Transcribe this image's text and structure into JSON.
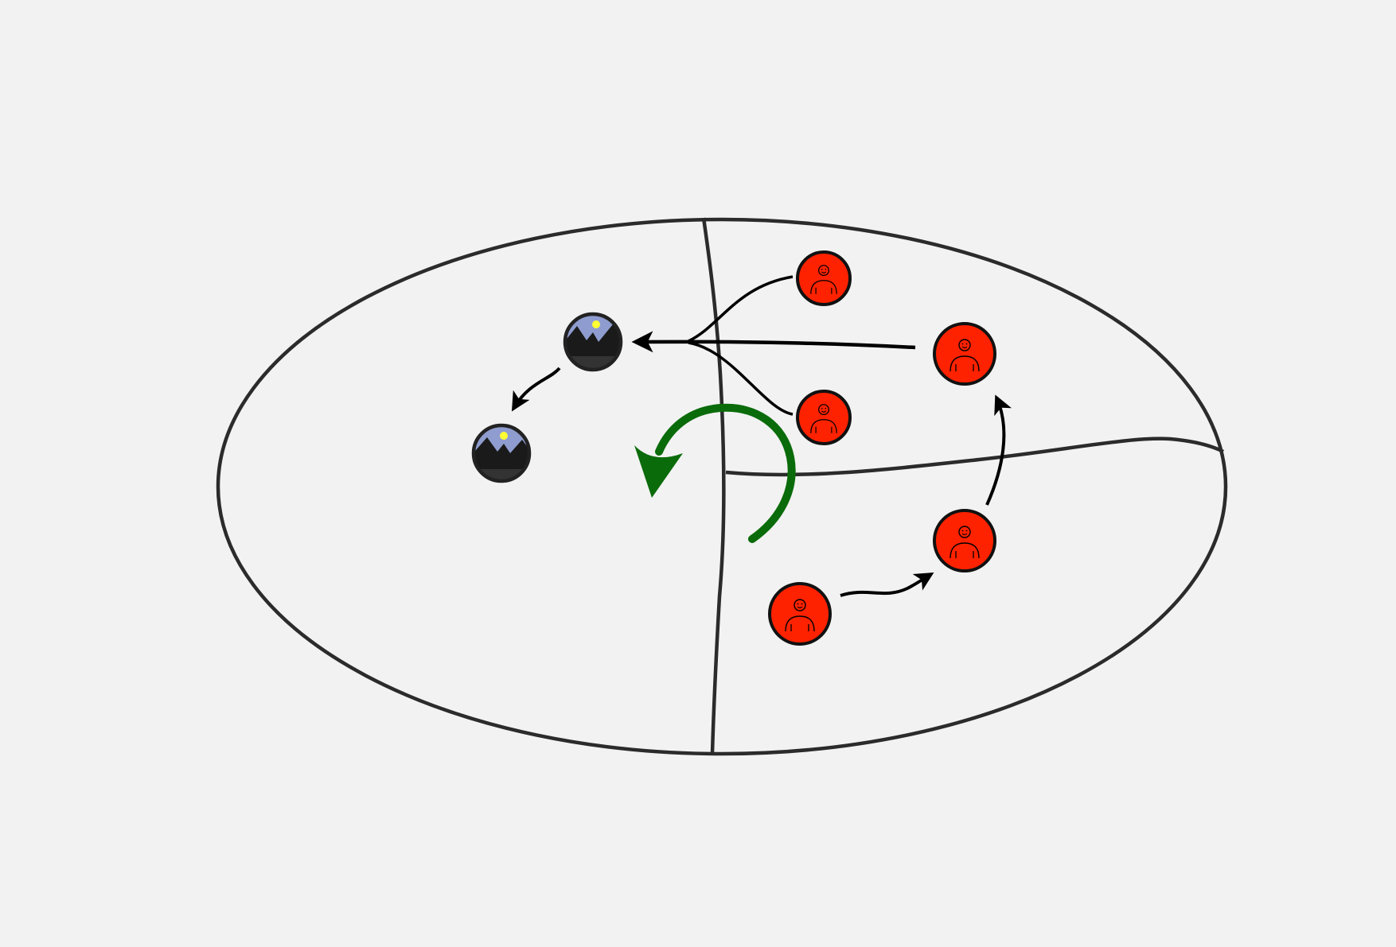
{
  "diagram": {
    "background": "#f2f2f2",
    "outline_color": "#2b2b2b",
    "arrow_color": "#000000",
    "rotation_arrow_color": "#0a6b0a",
    "person_node_fill": "#ff2200",
    "landscape_node_sky": "#8f9ccf",
    "landscape_node_ground": "#111111",
    "landscape_node_sun": "#ffff33",
    "nodes": [
      {
        "id": "person-1",
        "kind": "person",
        "icon": "person-icon"
      },
      {
        "id": "person-2",
        "kind": "person",
        "icon": "person-icon"
      },
      {
        "id": "person-3",
        "kind": "person",
        "icon": "person-icon"
      },
      {
        "id": "person-4",
        "kind": "person",
        "icon": "person-icon"
      },
      {
        "id": "person-5",
        "kind": "person",
        "icon": "person-icon"
      },
      {
        "id": "landscape-1",
        "kind": "landscape",
        "icon": "mountain-landscape-icon"
      },
      {
        "id": "landscape-2",
        "kind": "landscape",
        "icon": "mountain-landscape-icon"
      }
    ],
    "connections": [
      {
        "from": "person-1",
        "to": "landscape-1"
      },
      {
        "from": "person-2",
        "to": "landscape-1"
      },
      {
        "from": "person-3",
        "to": "landscape-1"
      },
      {
        "from": "landscape-1",
        "to": "landscape-2"
      },
      {
        "from": "person-5",
        "to": "person-4"
      },
      {
        "from": "person-4",
        "to": "person-2"
      }
    ],
    "rotation": {
      "direction": "counterclockwise",
      "icon": "rotate-counterclockwise-icon"
    }
  }
}
